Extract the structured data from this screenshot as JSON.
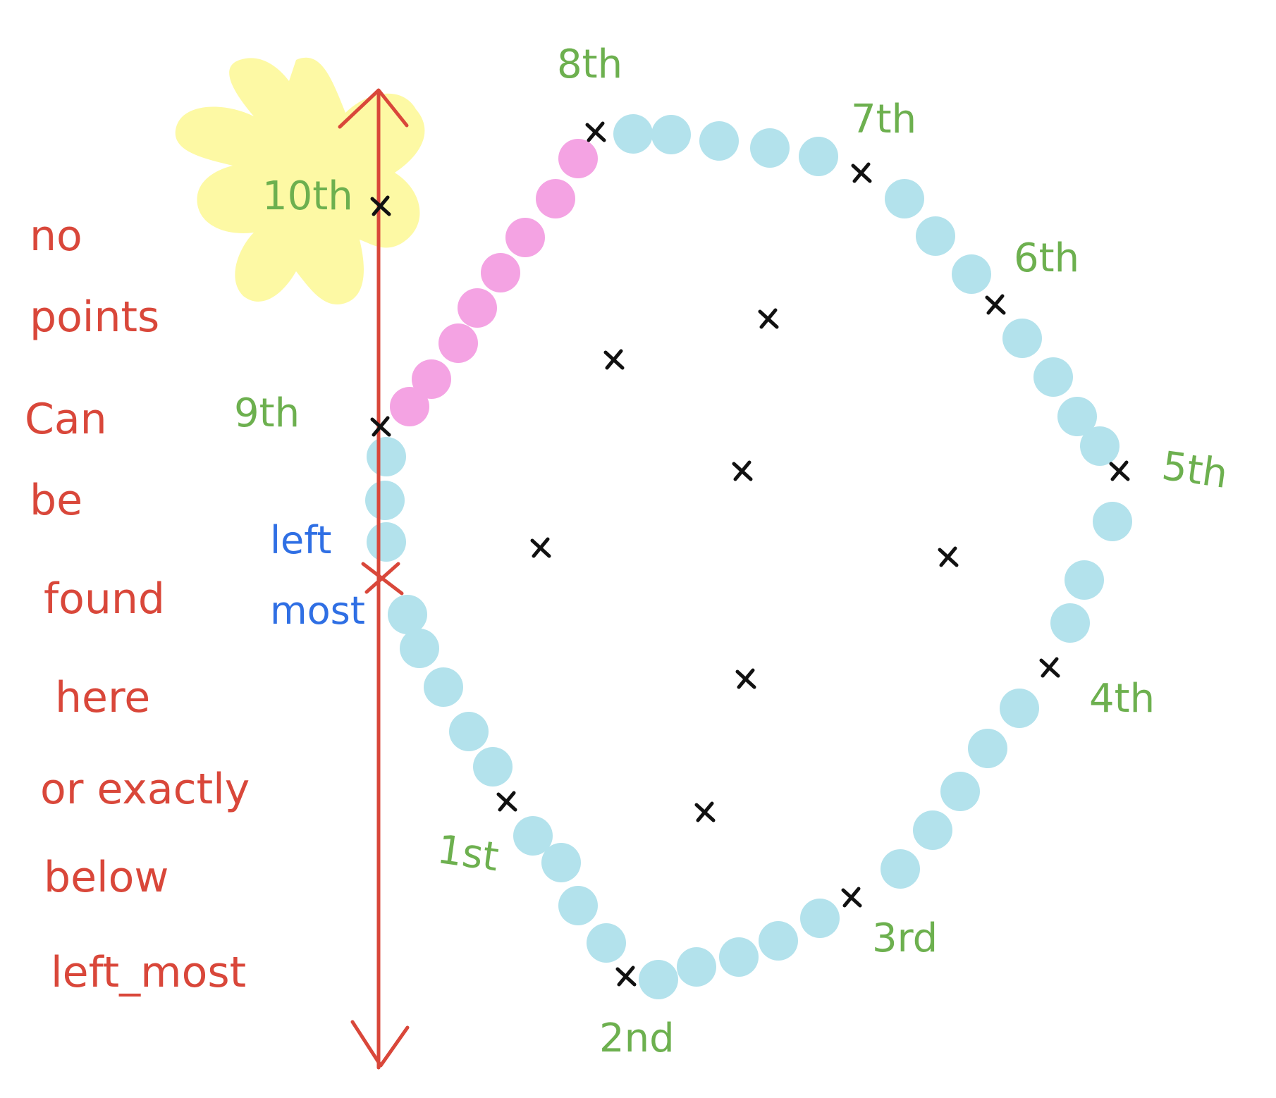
{
  "labels": {
    "order": [
      "1st",
      "2nd",
      "3rd",
      "4th",
      "5th",
      "6th",
      "7th",
      "8th",
      "9th",
      "10th"
    ],
    "leftmost": [
      "left",
      "most"
    ]
  },
  "note": [
    "no",
    "points",
    "Can",
    "be",
    "found",
    "here",
    "or exactly",
    "below",
    "left_most"
  ],
  "colors": {
    "hull_dot": "#b3e2ec",
    "pink_dot": "#f4a3e3",
    "highlight": "#fdf9a4",
    "line": "#d9473a",
    "point": "#111111",
    "label_green": "#6db04f",
    "label_blue": "#2f6fe4"
  }
}
